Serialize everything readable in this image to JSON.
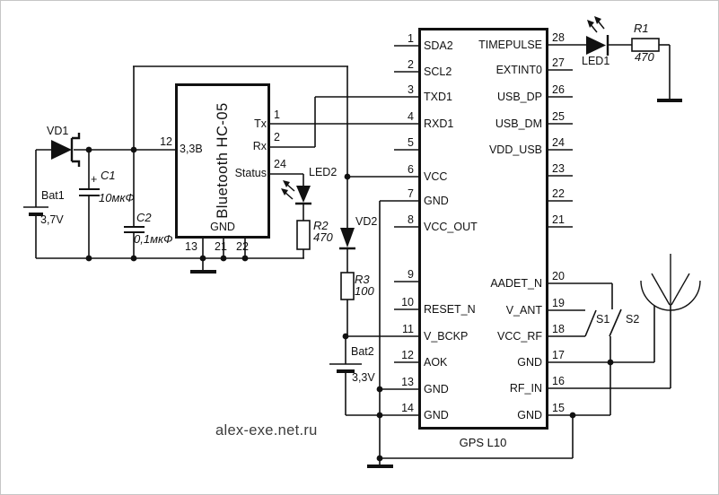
{
  "watermark": "alex-exe.net.ru",
  "bluetooth": {
    "title": "Bluetooth HC-05",
    "power_label": "3,3В",
    "tx_label": "Tx",
    "rx_label": "Rx",
    "status_label": "Status",
    "gnd_label": "GND",
    "pin_power": "12",
    "pin_tx": "1",
    "pin_rx": "2",
    "pin_status": "24",
    "pin_gnd1": "13",
    "pin_gnd2": "21",
    "pin_gnd3": "22"
  },
  "gps": {
    "title": "GPS L10",
    "left_pins": [
      {
        "num": "1",
        "label": "SDA2"
      },
      {
        "num": "2",
        "label": "SCL2"
      },
      {
        "num": "3",
        "label": "TXD1"
      },
      {
        "num": "4",
        "label": "RXD1"
      },
      {
        "num": "5",
        "label": ""
      },
      {
        "num": "6",
        "label": "VCC"
      },
      {
        "num": "7",
        "label": "GND"
      },
      {
        "num": "8",
        "label": "VCC_OUT"
      },
      {
        "num": "9",
        "label": ""
      },
      {
        "num": "10",
        "label": "RESET_N"
      },
      {
        "num": "11",
        "label": "V_BCKP"
      },
      {
        "num": "12",
        "label": "AOK"
      },
      {
        "num": "13",
        "label": "GND"
      },
      {
        "num": "14",
        "label": "GND"
      }
    ],
    "right_pins": [
      {
        "num": "28",
        "label": "TIMEPULSE"
      },
      {
        "num": "27",
        "label": "EXTINT0"
      },
      {
        "num": "26",
        "label": "USB_DP"
      },
      {
        "num": "25",
        "label": "USB_DM"
      },
      {
        "num": "24",
        "label": "VDD_USB"
      },
      {
        "num": "23",
        "label": ""
      },
      {
        "num": "22",
        "label": ""
      },
      {
        "num": "21",
        "label": ""
      },
      {
        "num": "20",
        "label": "AADET_N"
      },
      {
        "num": "19",
        "label": "V_ANT"
      },
      {
        "num": "18",
        "label": "VCC_RF"
      },
      {
        "num": "17",
        "label": "GND"
      },
      {
        "num": "16",
        "label": "RF_IN"
      },
      {
        "num": "15",
        "label": "GND"
      }
    ]
  },
  "parts": {
    "vd1": "VD1",
    "vd2": "VD2",
    "bat1_name": "Bat1",
    "bat1_value": "3,7V",
    "bat2_name": "Bat2",
    "bat2_value": "3,3V",
    "c1_plus": "+",
    "c1_name": "C1",
    "c1_value": "10мкФ",
    "c2_name": "C2",
    "c2_value": "0,1мкФ",
    "led1": "LED1",
    "led2": "LED2",
    "r1_name": "R1",
    "r1_value": "470",
    "r2_name": "R2",
    "r2_value": "470",
    "r3_name": "R3",
    "r3_value": "100",
    "s1": "S1",
    "s2": "S2"
  }
}
